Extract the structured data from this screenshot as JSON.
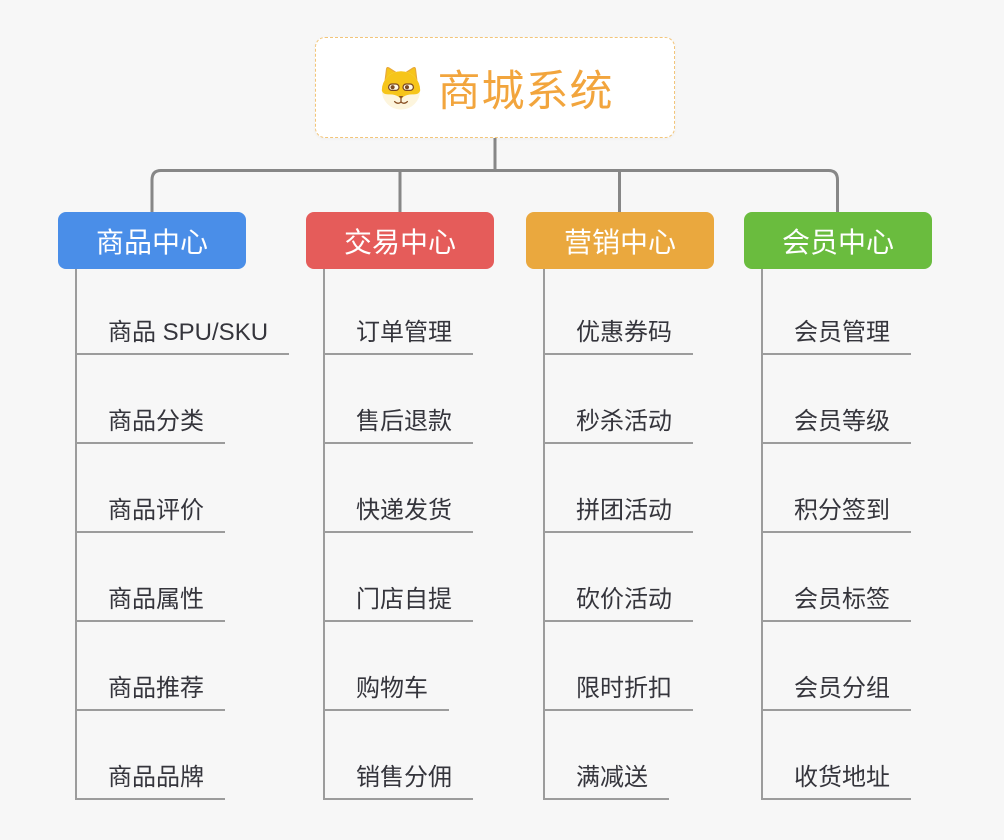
{
  "root": {
    "title": "商城系统",
    "icon": "shiba-dog-icon",
    "title_color": "#f2a53d",
    "border_color": "#f3c579",
    "background": "#ffffff"
  },
  "branches": [
    {
      "label": "商品中心",
      "color": "#4a8ee8",
      "items": [
        "商品 SPU/SKU",
        "商品分类",
        "商品评价",
        "商品属性",
        "商品推荐",
        "商品品牌"
      ]
    },
    {
      "label": "交易中心",
      "color": "#e55c5a",
      "items": [
        "订单管理",
        "售后退款",
        "快递发货",
        "门店自提",
        "购物车",
        "销售分佣"
      ]
    },
    {
      "label": "营销中心",
      "color": "#eaa83e",
      "items": [
        "优惠券码",
        "秒杀活动",
        "拼团活动",
        "砍价活动",
        "限时折扣",
        "满减送"
      ]
    },
    {
      "label": "会员中心",
      "color": "#6abc3e",
      "items": [
        "会员管理",
        "会员等级",
        "积分签到",
        "会员标签",
        "会员分组",
        "收货地址"
      ]
    }
  ],
  "colors": {
    "connector": "#878787",
    "leaf_underline": "#9c9c9c",
    "leaf_text": "#35353c",
    "page_background": "#f7f7f7"
  }
}
